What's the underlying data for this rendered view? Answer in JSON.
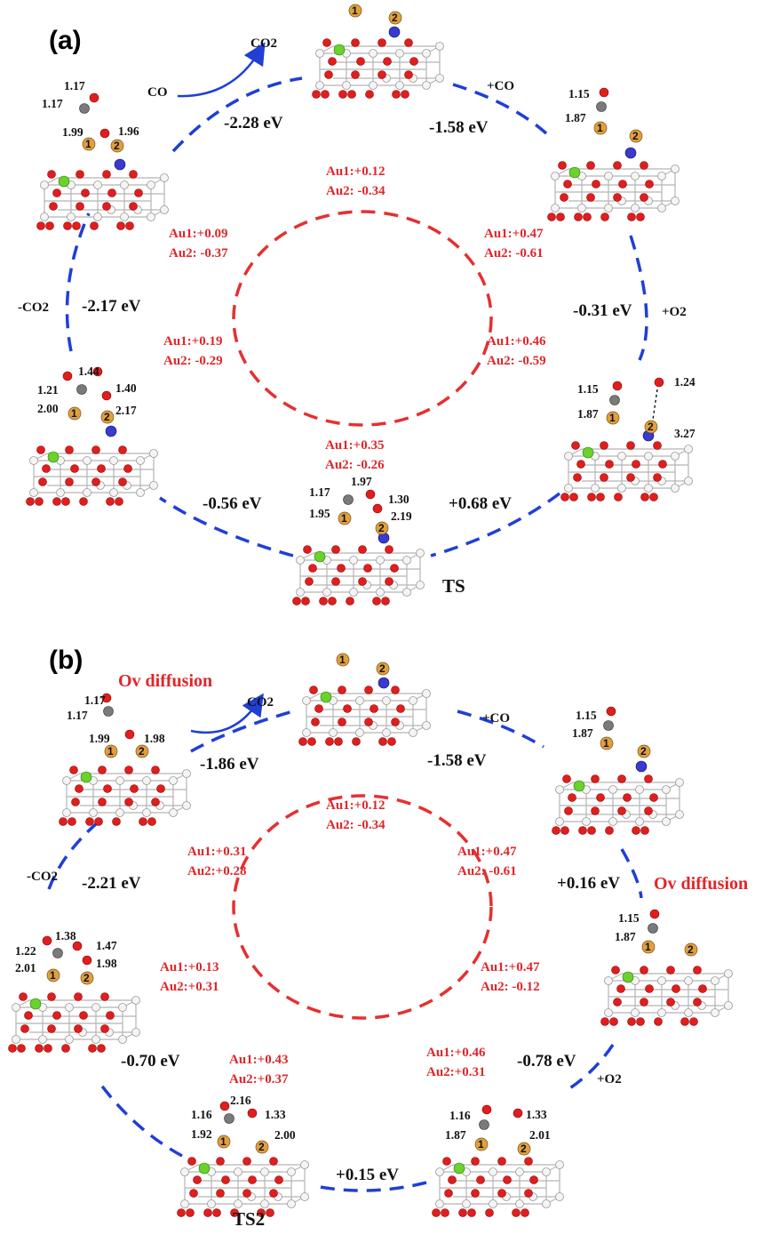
{
  "panel_a": {
    "label": "(a)",
    "labels": {
      "ts": "TS",
      "co": "CO",
      "co2_out": "CO2",
      "plus_co": "+CO",
      "plus_o2": "+O2",
      "minus_co2": "-CO2"
    },
    "energies": {
      "e1": "-2.28 eV",
      "e2": "-1.58 eV",
      "e3": "-0.31 eV",
      "e4": "+0.68 eV",
      "e5": "-0.56 eV",
      "e6": "-2.17 eV"
    },
    "charges": {
      "top": [
        "Au1:+0.12",
        "Au2: -0.34"
      ],
      "upper_right": [
        "Au1:+0.47",
        "Au2: -0.61"
      ],
      "lower_right": [
        "Au1:+0.46",
        "Au2: -0.59"
      ],
      "bottom": [
        "Au1:+0.35",
        "Au2: -0.26"
      ],
      "lower_left": [
        "Au1:+0.19",
        "Au2: -0.29"
      ],
      "upper_left": [
        "Au1:+0.09",
        "Au2: -0.37"
      ]
    },
    "distances": {
      "s1": [
        "1.17",
        "1.17",
        "1.99",
        "1.96"
      ],
      "s3": [
        "1.15",
        "1.87"
      ],
      "s4": [
        "1.15",
        "1.87",
        "1.24",
        "3.27"
      ],
      "s5": [
        "1.17",
        "1.97",
        "1.30",
        "1.95",
        "2.19"
      ],
      "s6": [
        "1.44",
        "1.21",
        "1.40",
        "2.00",
        "2.17"
      ]
    }
  },
  "panel_b": {
    "label": "(b)",
    "labels": {
      "ts2": "TS2",
      "co2_out": "CO2",
      "plus_co": "+CO",
      "plus_o2": "+O2",
      "minus_co2": "-CO2",
      "ov_left": "Ov diffusion",
      "ov_right": "Ov diffusion"
    },
    "energies": {
      "e1": "-1.86 eV",
      "e2": "-1.58 eV",
      "e3": "+0.16 eV",
      "e4": "-0.78 eV",
      "e5": "+0.15 eV",
      "e6": "-0.70 eV",
      "e7": "-2.21 eV"
    },
    "charges": {
      "top": [
        "Au1:+0.12",
        "Au2: -0.34"
      ],
      "upper_right": [
        "Au1:+0.47",
        "Au2: -0.61"
      ],
      "mid_right": [
        "Au1:+0.47",
        "Au2: -0.12"
      ],
      "lower_right": [
        "Au1:+0.46",
        "Au2:+0.31"
      ],
      "bottom": [
        "Au1:+0.43",
        "Au2:+0.37"
      ],
      "mid_left": [
        "Au1:+0.13",
        "Au2:+0.31"
      ],
      "upper_left": [
        "Au1:+0.31",
        "Au2:+0.28"
      ]
    },
    "distances": {
      "s1": [
        "1.17",
        "1.17",
        "1.99",
        "1.98"
      ],
      "s3": [
        "1.15",
        "1.87"
      ],
      "s4": [
        "1.15",
        "1.87"
      ],
      "s5": [
        "1.16",
        "1.87",
        "1.33",
        "2.01"
      ],
      "s6": [
        "2.16",
        "1.16",
        "1.33",
        "1.92",
        "2.00"
      ],
      "s7": [
        "1.38",
        "1.22",
        "1.47",
        "2.01",
        "1.98"
      ]
    }
  },
  "atoms": {
    "au1": "1",
    "au2": "2"
  },
  "colors": {
    "cycle_dash": "#1f3fd6",
    "charge_ring": "#e53030",
    "oxygen": "#e01e1e",
    "au": "#e0a040",
    "carbon": "#707070",
    "dopant": "#3a3ad0",
    "ce_green": "#6ad22a"
  }
}
